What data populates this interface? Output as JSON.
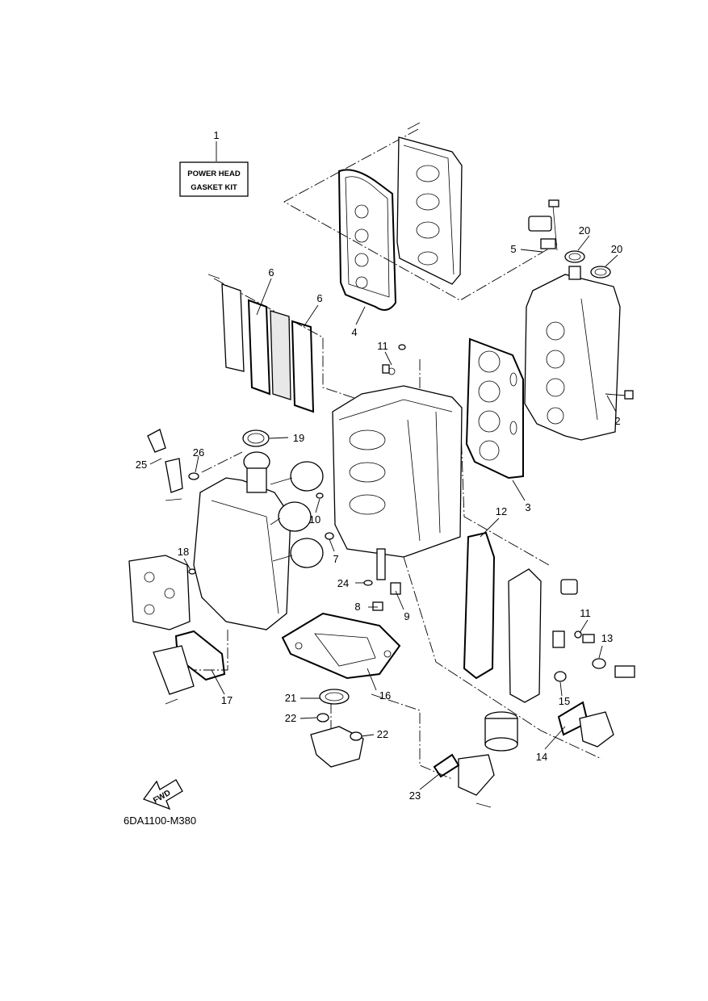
{
  "kit_label": {
    "line1": "POWER HEAD",
    "line2": "GASKET KIT"
  },
  "fwd_label": "FWD",
  "diagram_code": "6DA1100-M380",
  "callouts": {
    "c1": "1",
    "c2": "2",
    "c3": "3",
    "c4": "4",
    "c5": "5",
    "c6a": "6",
    "c6b": "6",
    "c7": "7",
    "c8": "8",
    "c9": "9",
    "c10": "10",
    "c11a": "11",
    "c11b": "11",
    "c12": "12",
    "c13": "13",
    "c14": "14",
    "c15": "15",
    "c16": "16",
    "c17": "17",
    "c18": "18",
    "c19": "19",
    "c20a": "20",
    "c20b": "20",
    "c21": "21",
    "c22a": "22",
    "c22b": "22",
    "c23": "23",
    "c24": "24",
    "c25": "25",
    "c26": "26"
  }
}
